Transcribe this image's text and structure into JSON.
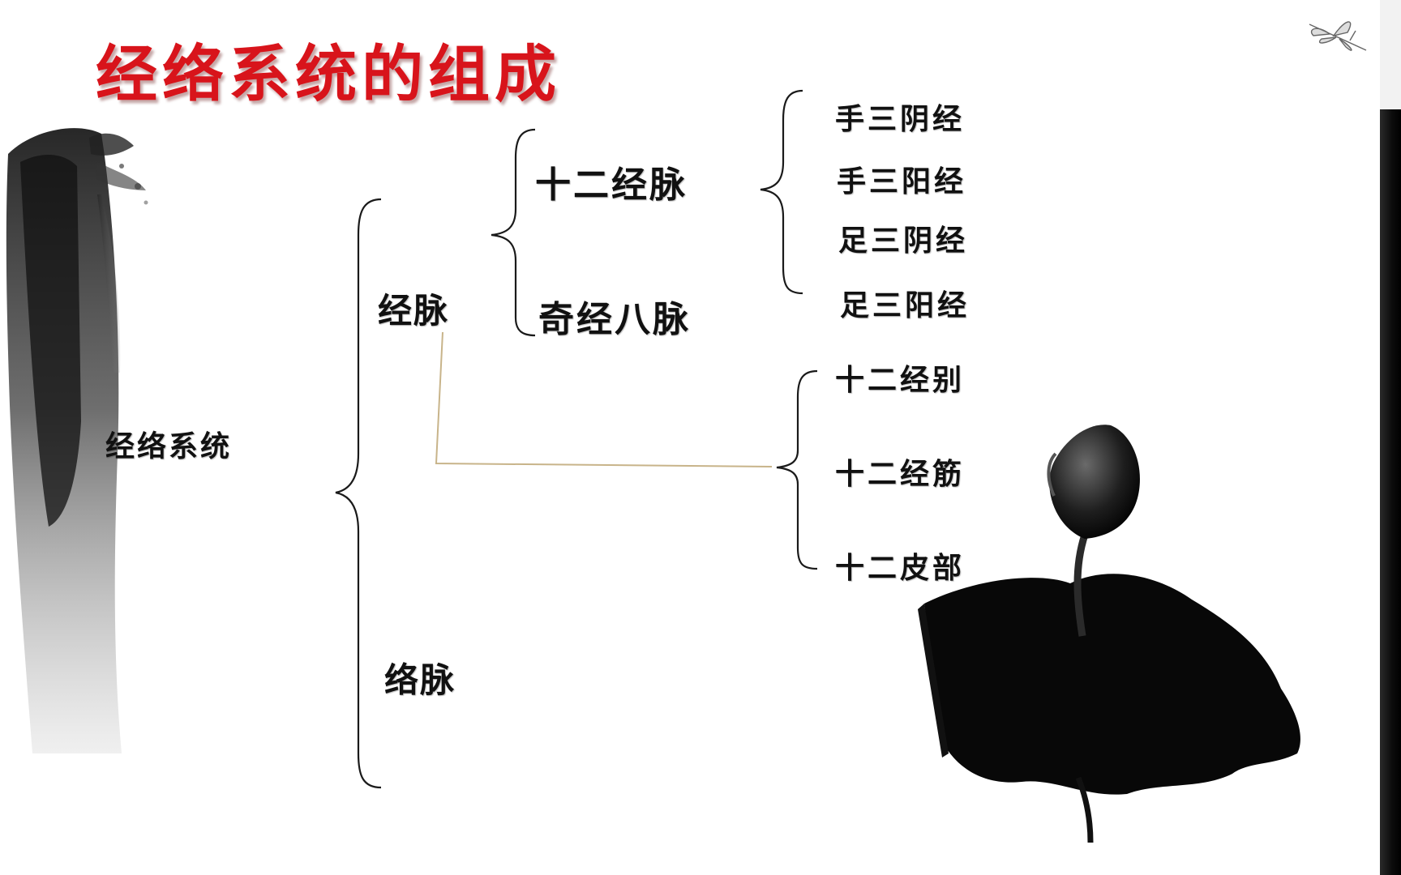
{
  "title": "经络系统的组成",
  "root": "经络系统",
  "jingmai": {
    "label": "经脉",
    "children": [
      "十二经脉",
      "奇经八脉"
    ],
    "twelve_meridians_children": [
      "手三阴经",
      "手三阳经",
      "足三阴经",
      "足三阳经"
    ],
    "attached_children": [
      "十二经别",
      "十二经筋",
      "十二皮部"
    ]
  },
  "luomai": {
    "label": "络脉"
  },
  "colors": {
    "title": "#d8141b",
    "text": "#111111",
    "bracket": "#1a1a1a",
    "connector": "#c8b48a"
  },
  "icons": [
    "ink-brush-stroke-decoration",
    "ink-lotus-decoration",
    "dragonfly-icon"
  ]
}
